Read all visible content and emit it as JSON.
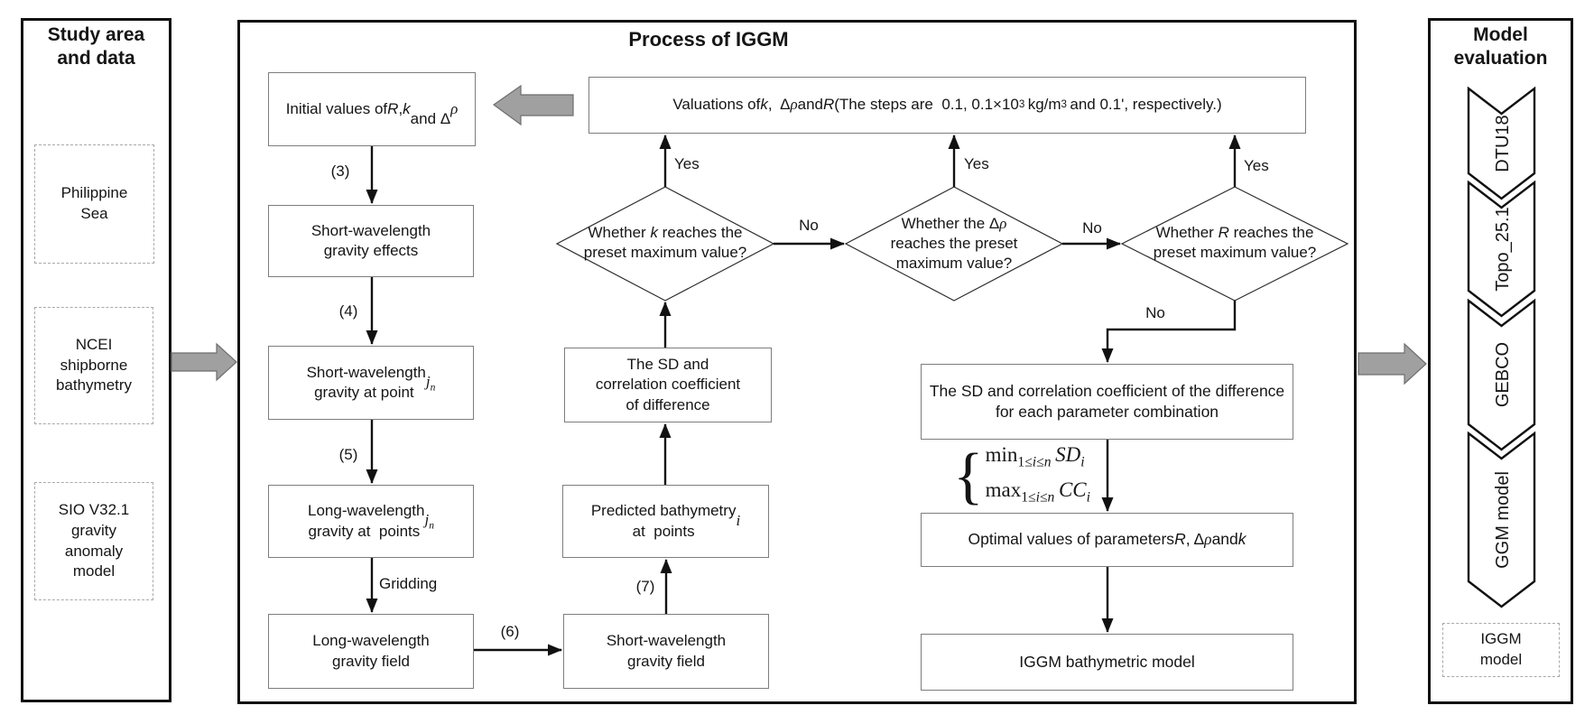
{
  "left_panel": {
    "title": "Study area\nand data",
    "items": [
      {
        "label": "Philippine<br>Sea"
      },
      {
        "label": "NCEI<br>shipborne<br>bathymetry"
      },
      {
        "label": "SIO V32.1<br>gravity<br>anomaly<br>model"
      }
    ]
  },
  "process": {
    "title": "Process of IGGM",
    "boxes": {
      "initial": "Initial values of <i>R</i>, <i>k</i><br>and Δ<span class=\"sf\">ρ</span>",
      "valuations": "Valuations of <i>k</i>,&nbsp; Δ<span class=\"sf\">ρ</span> and <i>R</i> (The steps are&nbsp; 0.1, 0.1×10<sup>3</sup>&thinsp;kg/m<sup>3</sup>&thinsp;and 0.1', respectively.)",
      "short_effects": "Short-wavelength<br>gravity effects",
      "short_point": "Short-wavelength<br>gravity at point&nbsp; <span class=\"sf\">j<sub>n</sub></span>",
      "long_points": "Long-wavelength<br>gravity at&nbsp; points&nbsp; <span class=\"sf\">j<sub>n</sub></span>",
      "long_field": "Long-wavelength<br>gravity field",
      "short_field": "Short-wavelength<br>gravity field",
      "predicted": "Predicted bathymetry<br>at&nbsp; points <span class=\"sf\">i</span>",
      "sd_diff": "The SD and<br>correlation coefficient<br>of difference",
      "sd_comb": "The SD and correlation coefficient of the difference for each parameter combination",
      "optimal": "Optimal values of parameters <i>R</i>, Δ<span class=\"sf\">ρ</span> and <i>k</i>",
      "iggm": "IGGM bathymetric model"
    },
    "diamonds": {
      "d1": "Whether <i>k</i> reaches the<br>preset maximum value?",
      "d2": "Whether the Δ<span class=\"sf\">ρ</span><br>reaches the preset<br>maximum value?",
      "d3": "Whether <i>R</i> reaches the<br>preset maximum value?"
    },
    "labels": {
      "s3": "(3)",
      "s4": "(4)",
      "s5": "(5)",
      "s6": "(6)",
      "s7": "(7)",
      "gridding": "Gridding",
      "yes": "Yes",
      "no": "No"
    },
    "formula": {
      "line1": "min<sub>1≤<i>i</i>≤<i>n</i></sub>&thinsp;<i>SD<sub>i</sub></i>",
      "line2": "max<sub>1≤<i>i</i>≤<i>n</i></sub>&thinsp;<i>CC<sub>i</sub></i>",
      "brace": "{"
    }
  },
  "right_panel": {
    "title": "Model\nevaluation",
    "chevrons": [
      {
        "label": "DTU18"
      },
      {
        "label": "Topo_25.1"
      },
      {
        "label": "GEBCO"
      },
      {
        "label": "GGM model"
      }
    ],
    "result": "IGGM<br>model"
  },
  "colors": {
    "gray_arrow_fill": "#a0a0a0",
    "gray_arrow_stroke": "#6e6e6e",
    "line_color": "#111111",
    "box_border": "#7d7d7d"
  }
}
